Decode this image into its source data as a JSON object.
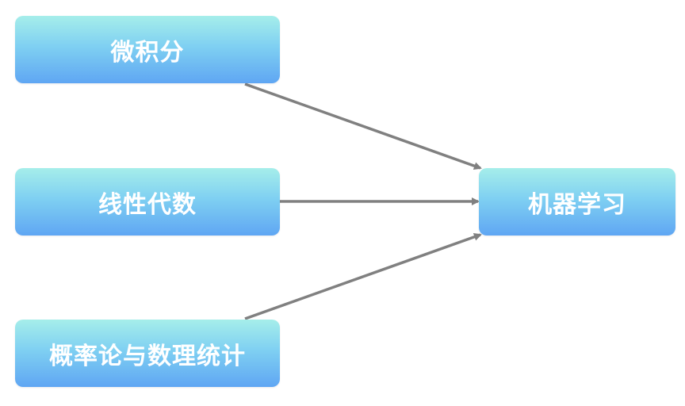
{
  "nodes": {
    "calculus": {
      "label": "微积分"
    },
    "linear_algebra": {
      "label": "线性代数"
    },
    "probability": {
      "label": "概率论与数理统计"
    },
    "machine_learning": {
      "label": "机器学习"
    }
  },
  "edges": [
    {
      "from": "calculus",
      "to": "machine_learning"
    },
    {
      "from": "linear_algebra",
      "to": "machine_learning"
    },
    {
      "from": "probability",
      "to": "machine_learning"
    }
  ],
  "colors": {
    "box_top": "#a6eeea",
    "box_bottom": "#5fa6f3",
    "arrow": "#808080",
    "text": "#ffffff"
  }
}
